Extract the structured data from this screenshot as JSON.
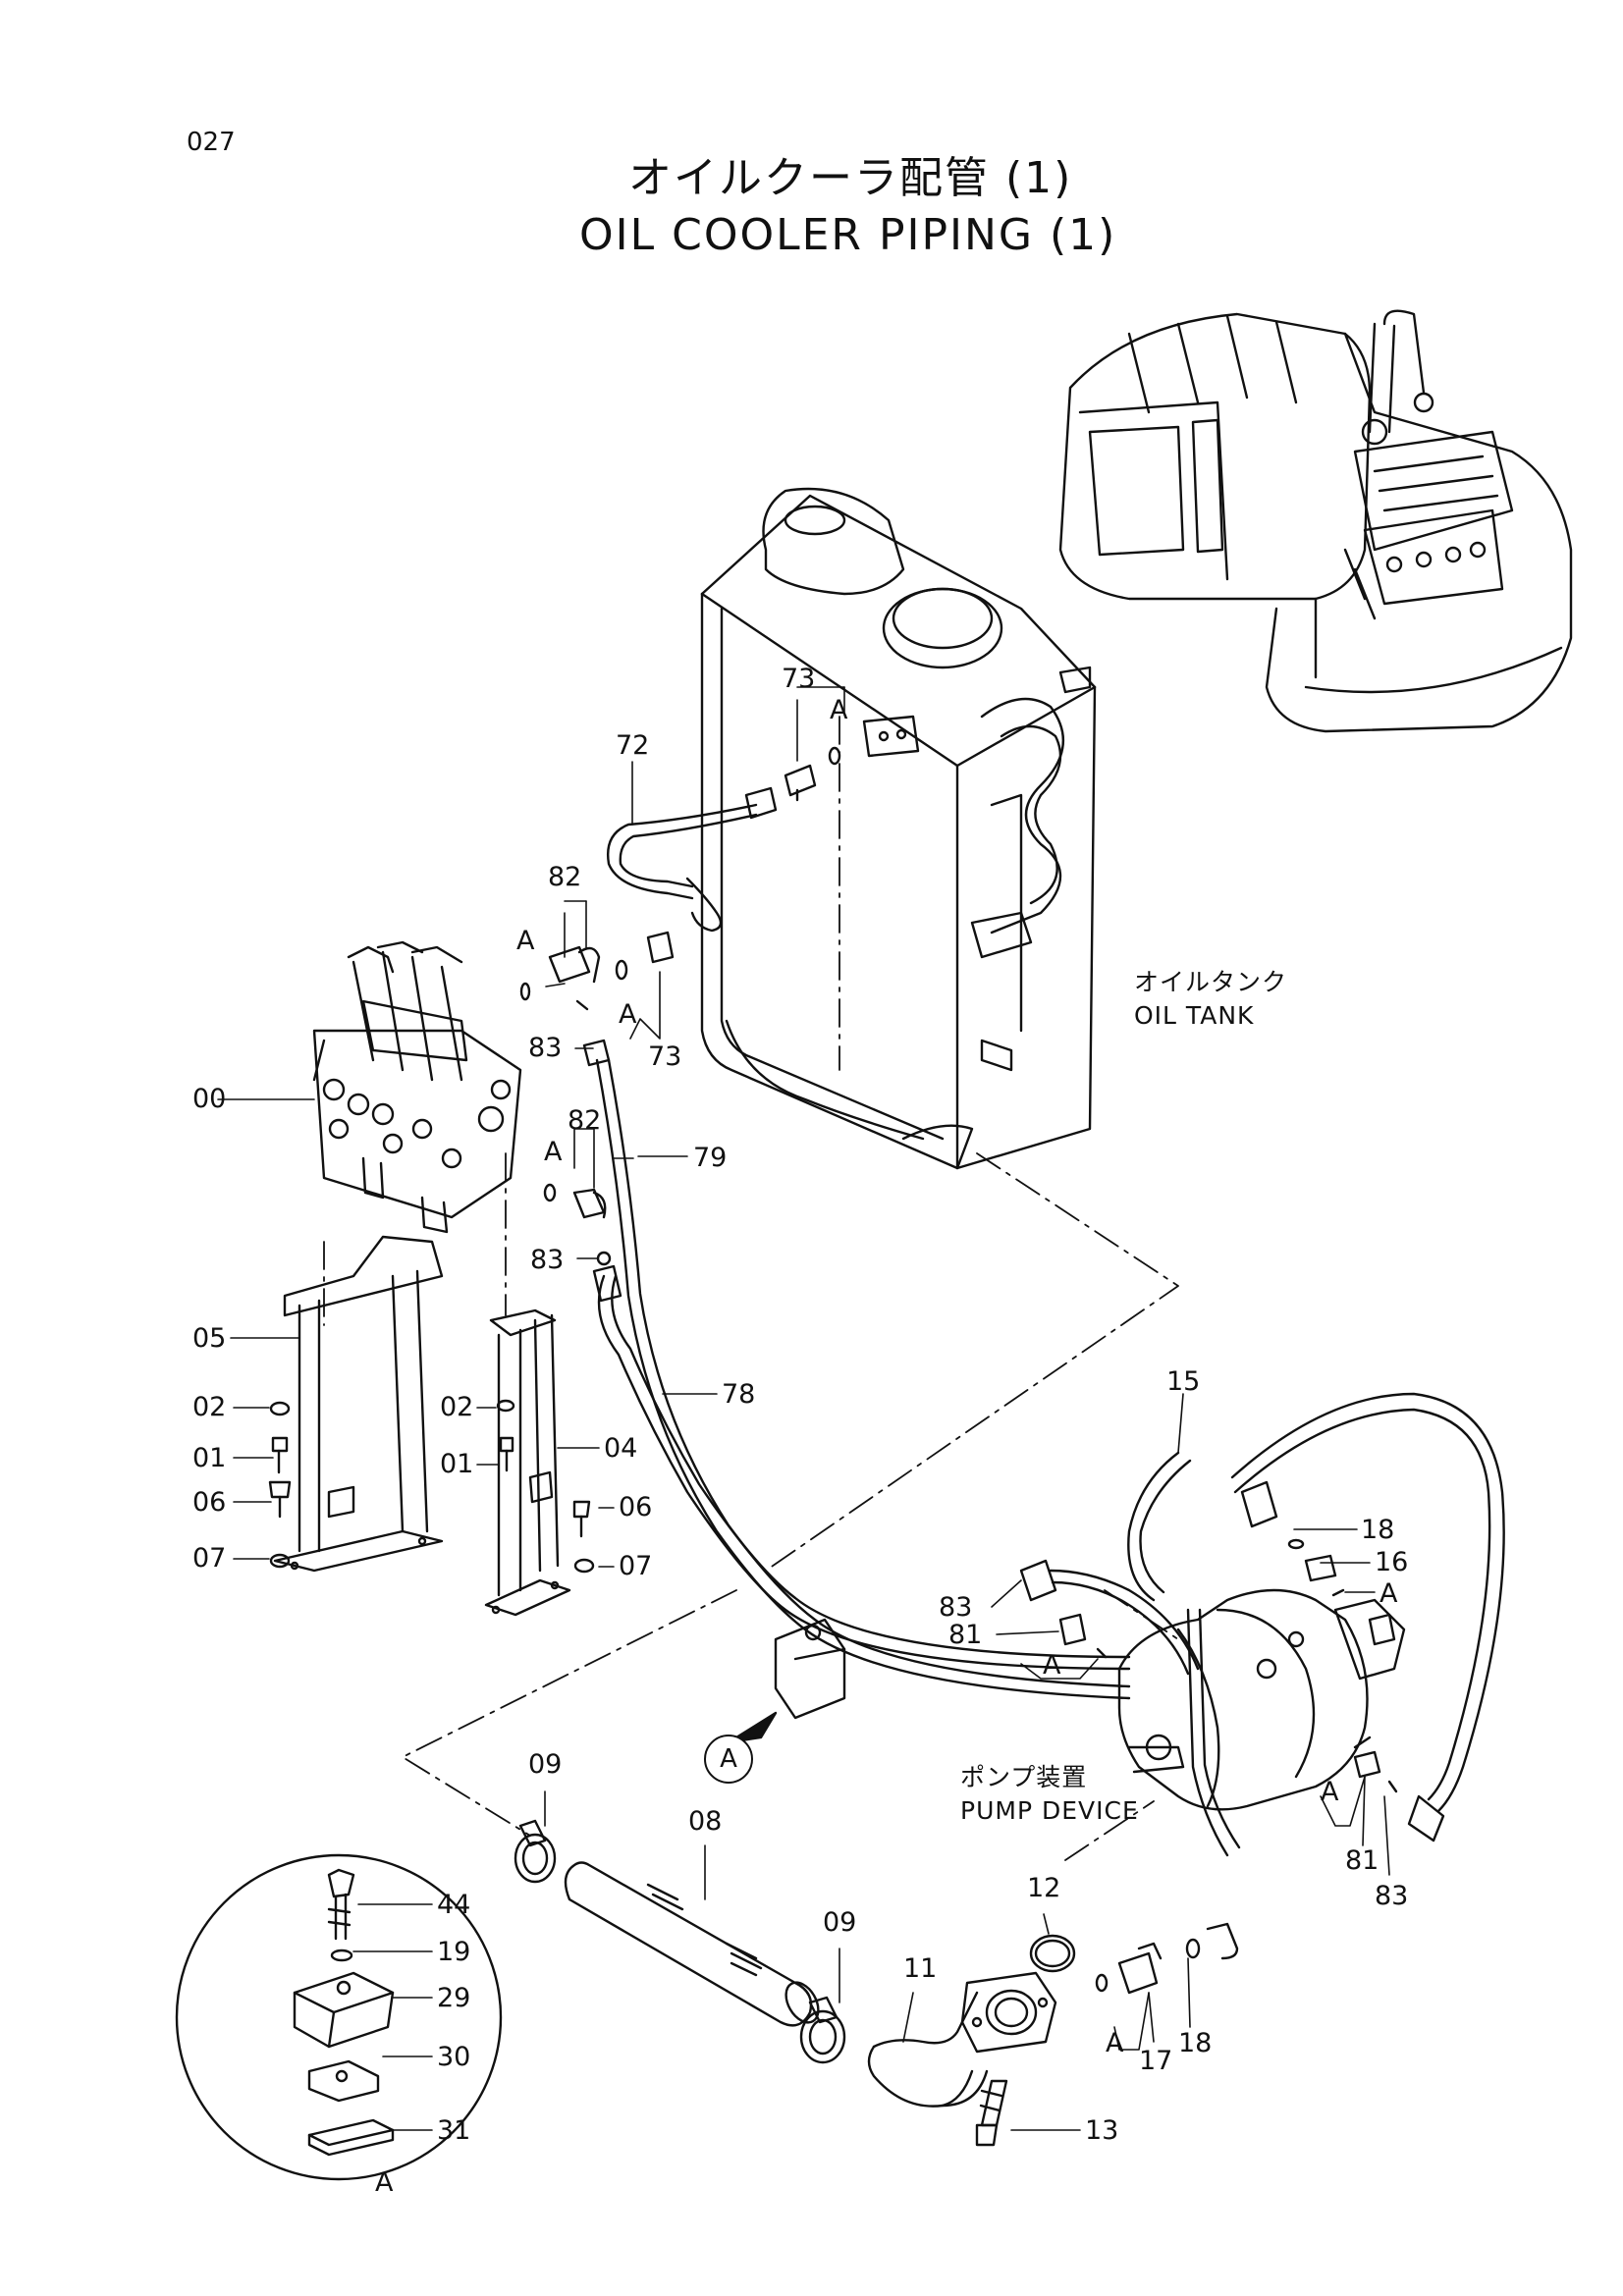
{
  "page_number": "027",
  "title": {
    "japanese": "オイルクーラ配管 (1)",
    "english": "OIL COOLER PIPING (1)"
  },
  "captions": {
    "oil_tank_jp": "オイルタンク",
    "oil_tank_en": "OIL TANK",
    "pump_device_jp": "ポンプ装置",
    "pump_device_en": "PUMP DEVICE"
  },
  "detail_marker": "A",
  "callouts": [
    {
      "id": "c73a",
      "text": "73"
    },
    {
      "id": "cAa",
      "text": "A"
    },
    {
      "id": "c72",
      "text": "72"
    },
    {
      "id": "c82a",
      "text": "82"
    },
    {
      "id": "cAb",
      "text": "A"
    },
    {
      "id": "cAc",
      "text": "A"
    },
    {
      "id": "c83a",
      "text": "83"
    },
    {
      "id": "c73b",
      "text": "73"
    },
    {
      "id": "c00",
      "text": "00"
    },
    {
      "id": "c82b",
      "text": "82"
    },
    {
      "id": "cAd",
      "text": "A"
    },
    {
      "id": "c79",
      "text": "79"
    },
    {
      "id": "c83b",
      "text": "83"
    },
    {
      "id": "c05",
      "text": "05"
    },
    {
      "id": "c02a",
      "text": "02"
    },
    {
      "id": "c01a",
      "text": "01"
    },
    {
      "id": "c06a",
      "text": "06"
    },
    {
      "id": "c07a",
      "text": "07"
    },
    {
      "id": "c02b",
      "text": "02"
    },
    {
      "id": "c01b",
      "text": "01"
    },
    {
      "id": "c04",
      "text": "04"
    },
    {
      "id": "c06b",
      "text": "06"
    },
    {
      "id": "c07b",
      "text": "07"
    },
    {
      "id": "c78",
      "text": "78"
    },
    {
      "id": "c15",
      "text": "15"
    },
    {
      "id": "c18a",
      "text": "18"
    },
    {
      "id": "c16",
      "text": "16"
    },
    {
      "id": "cAe",
      "text": "A"
    },
    {
      "id": "c83c",
      "text": "83"
    },
    {
      "id": "c81a",
      "text": "81"
    },
    {
      "id": "cAf",
      "text": "A"
    },
    {
      "id": "cAg",
      "text": "A"
    },
    {
      "id": "c81b",
      "text": "81"
    },
    {
      "id": "c83d",
      "text": "83"
    },
    {
      "id": "c09a",
      "text": "09"
    },
    {
      "id": "c08",
      "text": "08"
    },
    {
      "id": "c09b",
      "text": "09"
    },
    {
      "id": "c12",
      "text": "12"
    },
    {
      "id": "c11",
      "text": "11"
    },
    {
      "id": "cAh",
      "text": "A"
    },
    {
      "id": "c17",
      "text": "17"
    },
    {
      "id": "c18b",
      "text": "18"
    },
    {
      "id": "c13",
      "text": "13"
    },
    {
      "id": "c44",
      "text": "44"
    },
    {
      "id": "c19",
      "text": "19"
    },
    {
      "id": "c29",
      "text": "29"
    },
    {
      "id": "c30",
      "text": "30"
    },
    {
      "id": "c31",
      "text": "31"
    },
    {
      "id": "cAi",
      "text": "A"
    }
  ]
}
